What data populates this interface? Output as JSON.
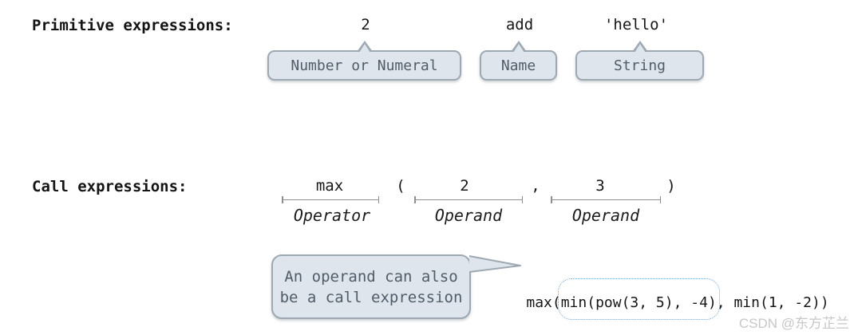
{
  "colors": {
    "bubble_fill": "#dee5ec",
    "bubble_border": "#9ea8b2",
    "bubble_text": "#515c68",
    "code_text": "#161616",
    "measure_line": "#8f8f8f",
    "dotted_outline": "#74a3d6",
    "watermark_text": "#c6c8c5",
    "background": "#ffffff"
  },
  "primitive_section": {
    "heading": "Primitive expressions:",
    "items": [
      {
        "code": "2",
        "label": "Number or Numeral"
      },
      {
        "code": "add",
        "label": "Name"
      },
      {
        "code": "'hello'",
        "label": "String"
      }
    ]
  },
  "call_section": {
    "heading": "Call expressions:",
    "tokens": {
      "operator": "max",
      "open_paren": "(",
      "operand1": "2",
      "comma": ",",
      "operand2": "3",
      "close_paren": ")"
    },
    "role_labels": {
      "operator": "Operator",
      "operand": "Operand"
    }
  },
  "callout": {
    "line1": "An operand can also",
    "line2": "be a call expression"
  },
  "nested_example": {
    "prefix": "max(",
    "highlighted": "min(pow(3, 5), -4)",
    "suffix": ", min(1, -2))"
  },
  "watermark": "CSDN @东方芷兰"
}
